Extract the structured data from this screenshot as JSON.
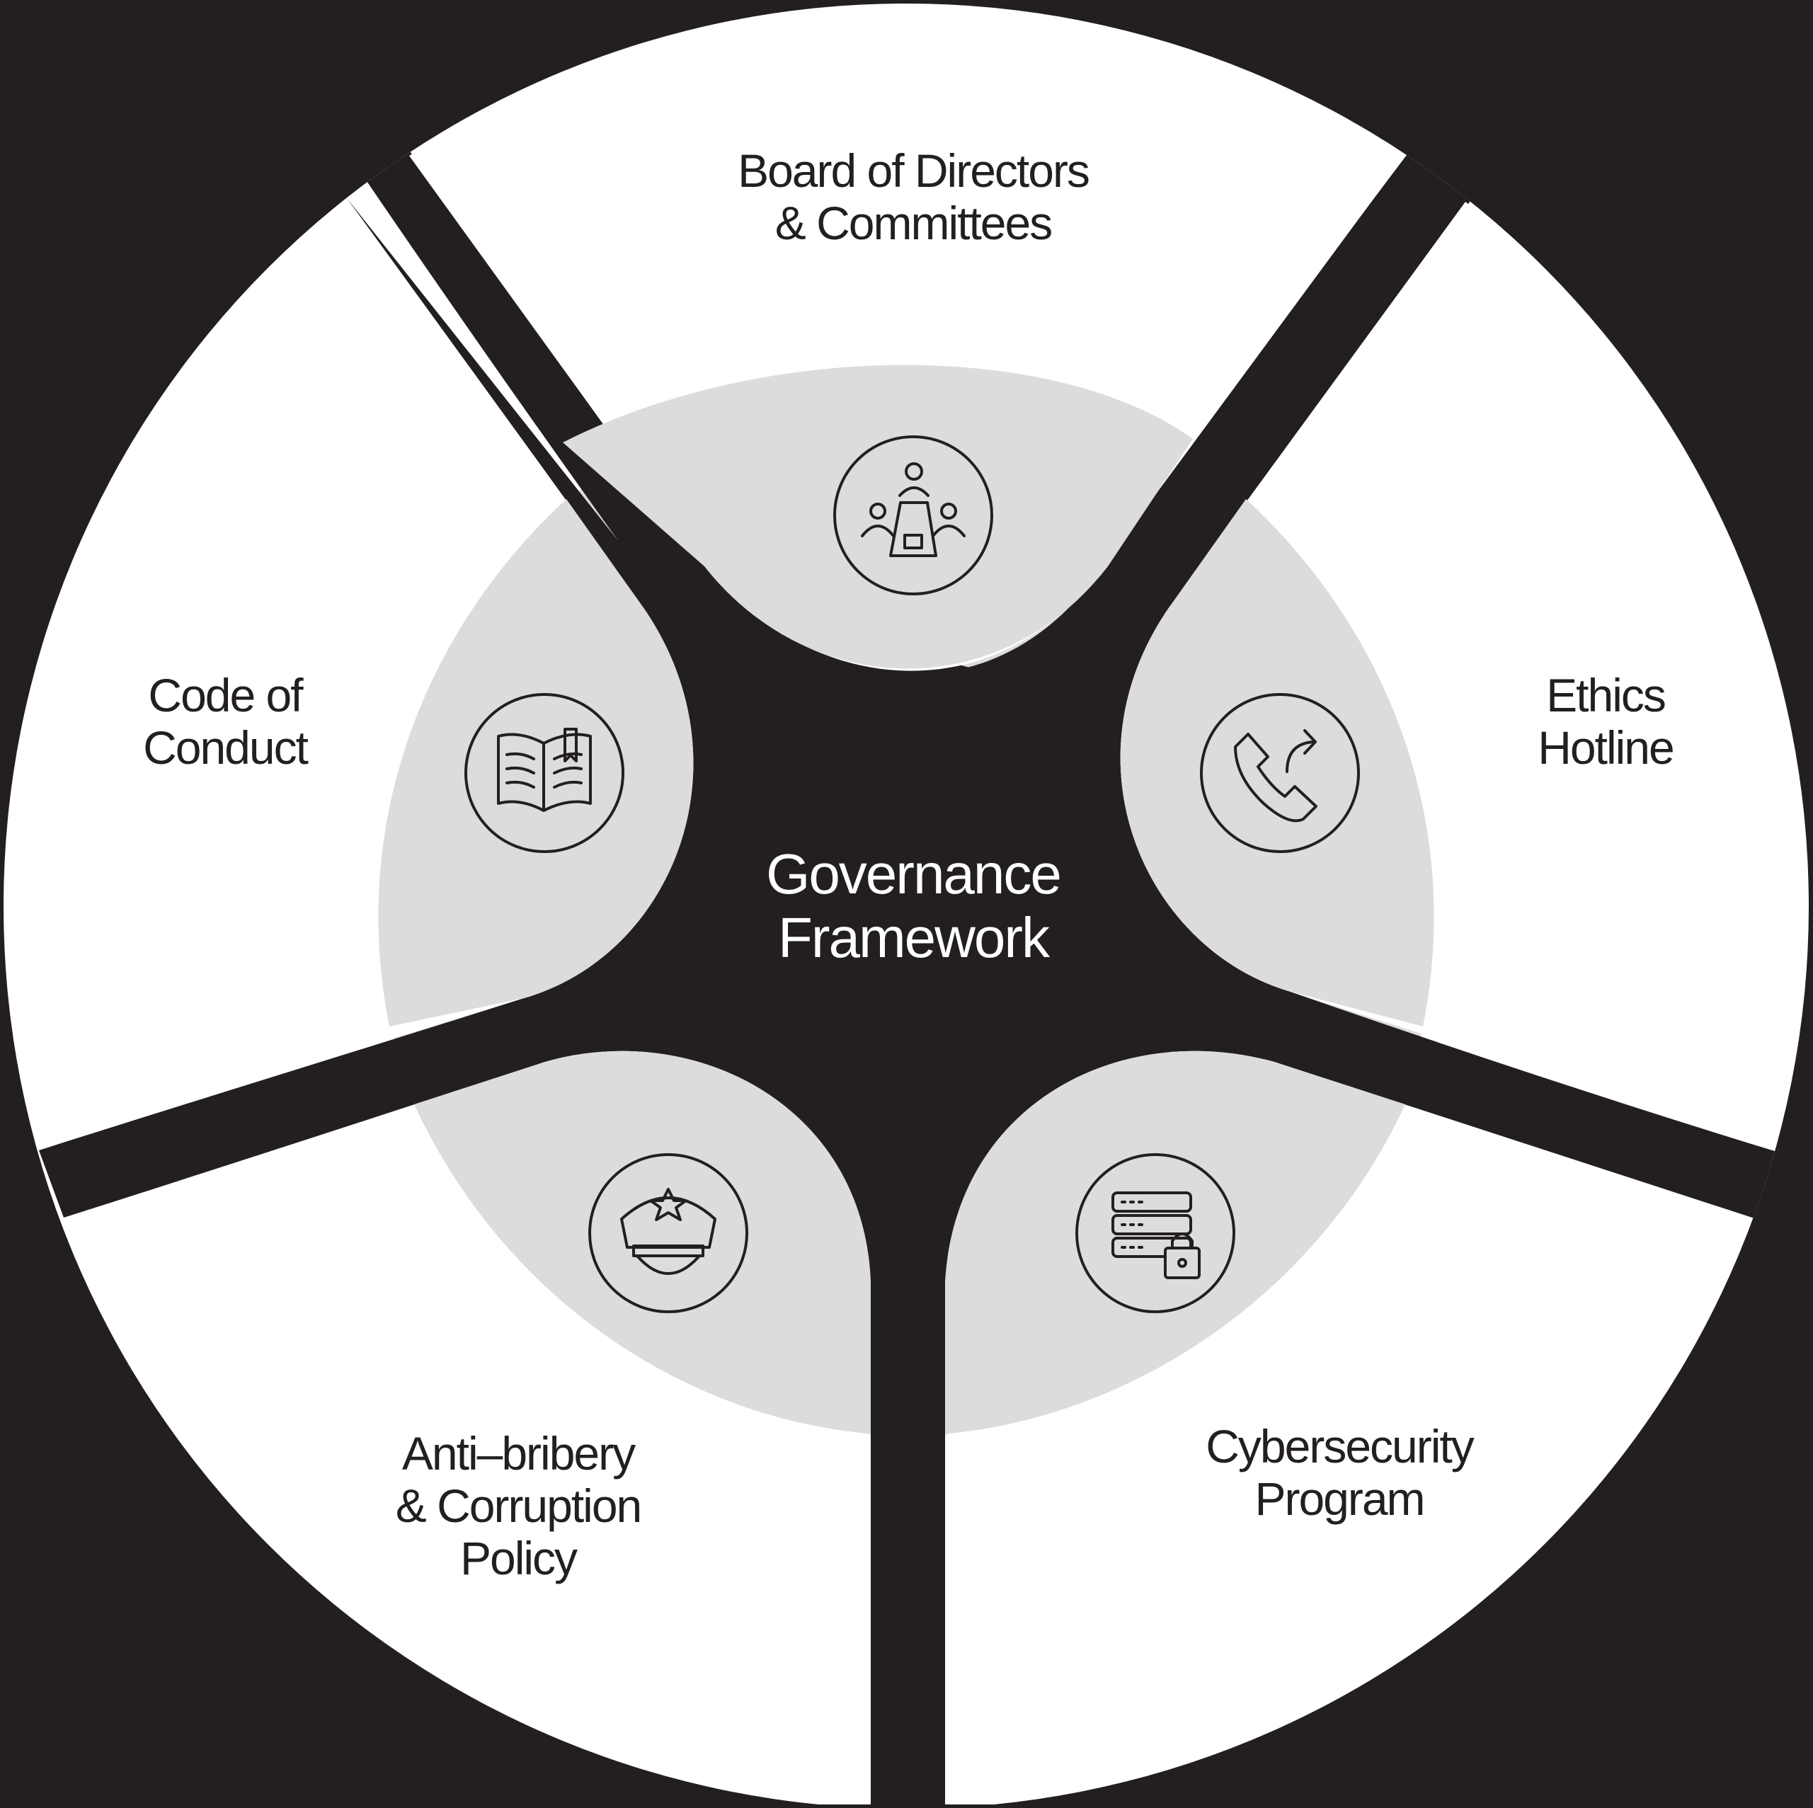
{
  "center": {
    "line1": "Governance",
    "line2": "Framework"
  },
  "segments": [
    {
      "id": "board",
      "icon": "boardroom-meeting-icon",
      "lines": [
        "Board of Directors",
        "& Committees"
      ]
    },
    {
      "id": "ethics",
      "icon": "phone-forward-icon",
      "lines": [
        "Ethics",
        "Hotline"
      ]
    },
    {
      "id": "cyber",
      "icon": "server-lock-icon",
      "lines": [
        "Cybersecurity",
        "Program"
      ]
    },
    {
      "id": "anti-bribery",
      "icon": "police-cap-icon",
      "lines": [
        "Anti–bribery",
        "& Corruption",
        "Policy"
      ]
    },
    {
      "id": "code",
      "icon": "open-book-icon",
      "lines": [
        "Code of",
        "Conduct"
      ]
    }
  ],
  "colors": {
    "background": "#231f20",
    "segment": "#ffffff",
    "inner_ring": "#dcdcdc",
    "text": "#231f20",
    "center_text": "#ffffff"
  }
}
